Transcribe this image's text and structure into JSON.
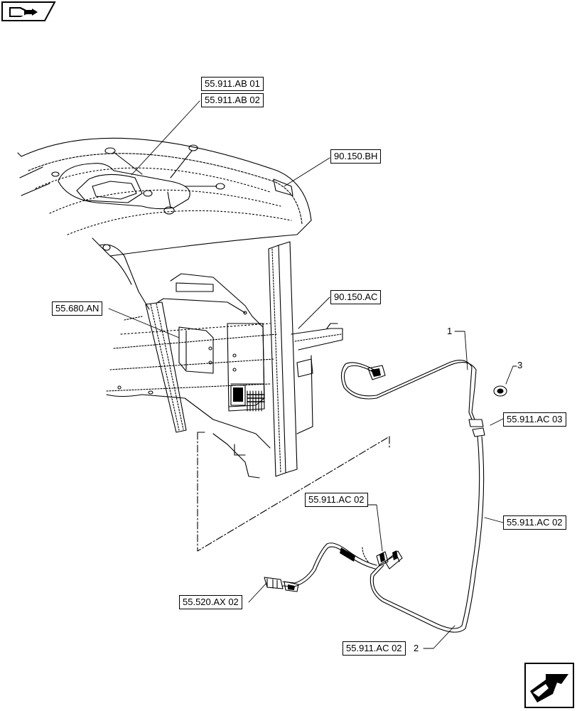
{
  "references": {
    "ab01": "55.911.AB 01",
    "ab02": "55.911.AB 02",
    "bh": "90.150.BH",
    "ac": "90.150.AC",
    "an": "55.680.AN",
    "ac03": "55.911.AC 03",
    "ac02_upper": "55.911.AC 02",
    "ac02_right": "55.911.AC 02",
    "ax02": "55.520.AX 02",
    "ac02_bottom": "55.911.AC 02"
  },
  "callouts": {
    "item1": "1",
    "item2": "2",
    "item3": "3"
  },
  "icons": {
    "top_nav": "book-arrow-icon",
    "bottom_nav": "next-page-arrow-icon"
  }
}
